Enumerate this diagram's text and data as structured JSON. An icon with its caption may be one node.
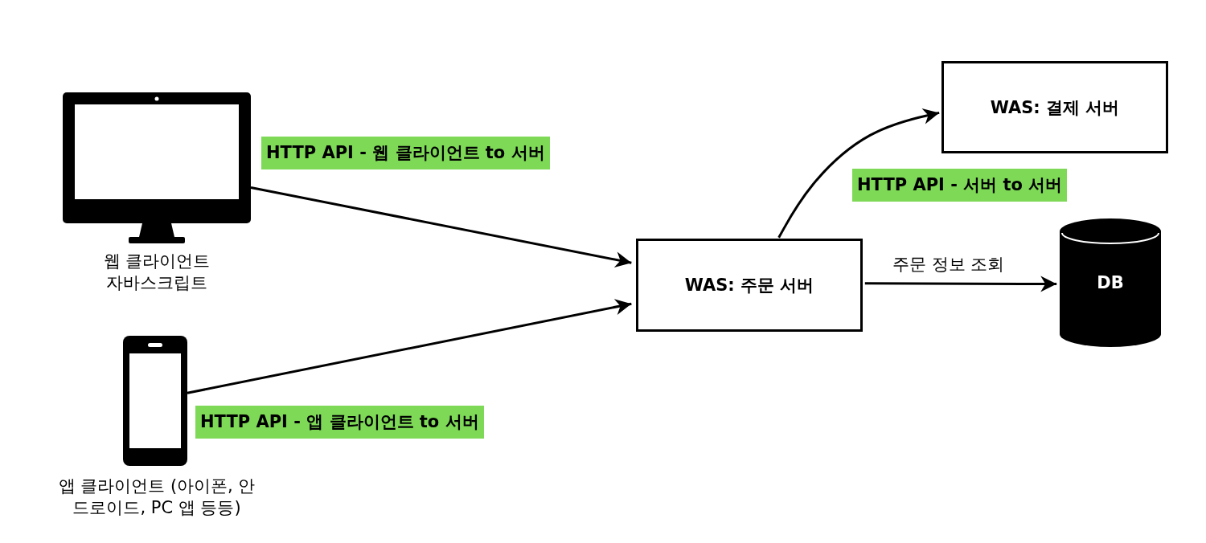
{
  "diagram": {
    "nodes": [
      {
        "text": [],
        "shape": "monitor",
        "beside": [
          "웹 클라이언트 자바스크립트"
        ]
      },
      {
        "text": [],
        "shape": "phone",
        "beside": [
          "앱 클라이언트 (아이폰, 안드로이드, PC 앱 등등)"
        ]
      },
      {
        "text": [
          "WAS: 주문 서버"
        ]
      },
      {
        "text": [
          "WAS: 결제 서버"
        ]
      },
      {
        "text": [
          "DB"
        ]
      }
    ],
    "edges": [
      {
        "from": 0,
        "to": 2,
        "arrow": "to",
        "label": "HTTP API - 웹 클라이언트 to 서버"
      },
      {
        "from": 1,
        "to": 2,
        "arrow": "to",
        "label": "HTTP API - 앱 클라이언트 to 서버"
      },
      {
        "from": 2,
        "to": 3,
        "arrow": "to",
        "label": "HTTP API - 서버 to 서버"
      },
      {
        "from": 2,
        "to": 4,
        "arrow": "to",
        "label": "주문 정보 조회"
      }
    ]
  }
}
